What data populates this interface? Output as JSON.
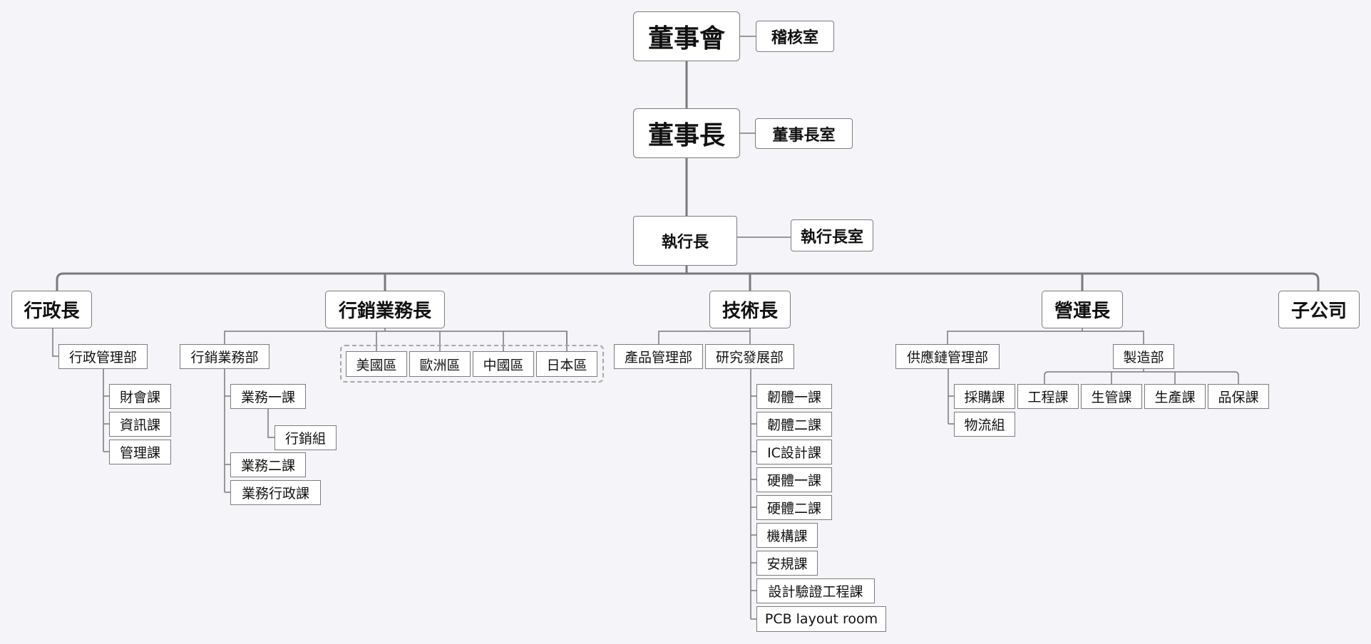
{
  "nodes": {
    "board": "董事會",
    "audit_office": "稽核室",
    "chairman": "董事長",
    "chairman_office": "董事長室",
    "ceo": "執行長",
    "ceo_office": "執行長室",
    "admin_chief": "行政長",
    "marketing_chief": "行銷業務長",
    "tech_chief": "技術長",
    "ops_chief": "營運長",
    "subsidiary": "子公司",
    "admin_mgmt_dept": "行政管理部",
    "finance_section": "財會課",
    "it_section": "資訊課",
    "management_section": "管理課",
    "marketing_sales_dept": "行銷業務部",
    "sales_section_1": "業務一課",
    "marketing_group": "行銷組",
    "sales_section_2": "業務二課",
    "sales_admin_section": "業務行政課",
    "region_us": "美國區",
    "region_eu": "歐洲區",
    "region_cn": "中國區",
    "region_jp": "日本區",
    "product_mgmt_dept": "產品管理部",
    "rd_dept": "研究發展部",
    "firmware_section_1": "韌體一課",
    "firmware_section_2": "韌體二課",
    "ic_design_section": "IC設計課",
    "hardware_section_1": "硬體一課",
    "hardware_section_2": "硬體二課",
    "mechanical_section": "機構課",
    "safety_section": "安規課",
    "design_verification_section": "設計驗證工程課",
    "pcb_layout_room": "PCB layout room",
    "supply_chain_dept": "供應鏈管理部",
    "procurement_section": "採購課",
    "logistics_group": "物流組",
    "manufacturing_dept": "製造部",
    "engineering_section": "工程課",
    "production_control_section": "生管課",
    "production_section": "生產課",
    "qa_section": "品保課"
  },
  "colors": {
    "background": "#f4f4f9",
    "node_fill": "#ffffff",
    "node_border": "#7d7d7d",
    "connector": "#7a7a7a",
    "region_dash": "#a8a8a8"
  }
}
